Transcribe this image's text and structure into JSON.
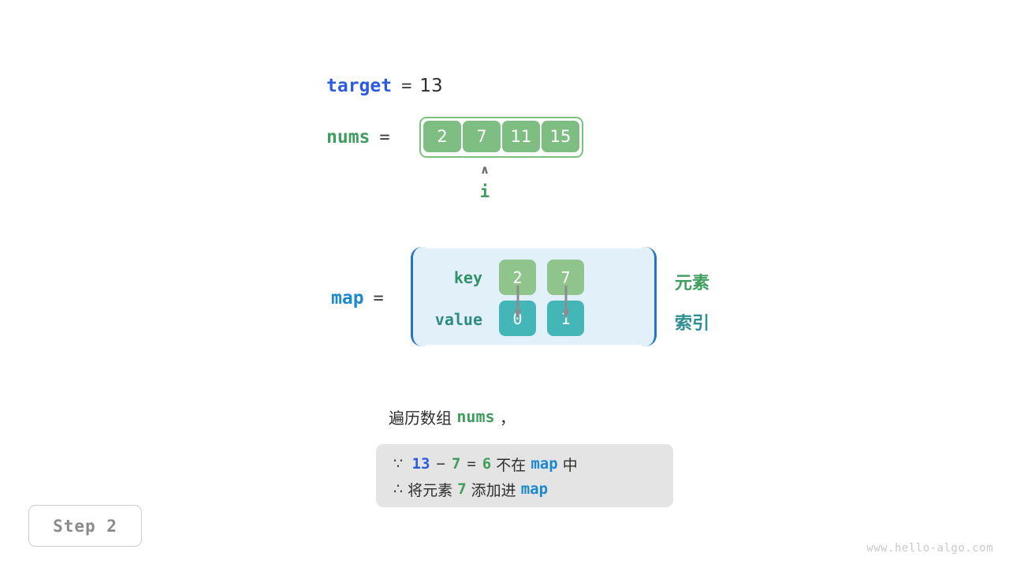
{
  "variables": {
    "target": {
      "name": "target",
      "equals": "=",
      "value": "13"
    },
    "nums": {
      "name": "nums",
      "equals": "=",
      "values": [
        "2",
        "7",
        "11",
        "15"
      ]
    },
    "map": {
      "name": "map",
      "equals": "=",
      "key_row_label": "key",
      "value_row_label": "value",
      "keys": [
        "2",
        "7"
      ],
      "values": [
        "0",
        "1"
      ]
    }
  },
  "pointer": {
    "caret_glyph": "∧",
    "label": "i",
    "index": 1
  },
  "legend": {
    "element": "元素",
    "index": "索引"
  },
  "caption": {
    "prefix": "遍历数组 ",
    "code": "nums",
    "suffix": " ，"
  },
  "note": {
    "line1": {
      "because_symbol": "∵",
      "a": "13",
      "minus": "−",
      "b": "7",
      "eq": "=",
      "result": "6",
      "text": " 不在 ",
      "map": "map",
      "tail": " 中"
    },
    "line2": {
      "therefore_symbol": "∴",
      "text_before": " 将元素 ",
      "element": "7",
      "text_after": " 添加进 ",
      "map": "map"
    }
  },
  "step_badge": {
    "label": "Step 2"
  },
  "watermark": {
    "text": "www.hello-algo.com"
  },
  "colors": {
    "target_blue": "#2B5BE0",
    "map_blue": "#1C88CE",
    "nums_green": "#3F9E5E",
    "cell_green": "#7FBE82",
    "key_green": "#8FC48C",
    "value_teal": "#44B6B8",
    "map_box_fill": "#E2F0FA",
    "map_box_border": "#2176C7",
    "note_box_fill": "#E4E4E4",
    "legend_index_teal": "#2E9091",
    "step_text_gray": "#8A8A8A",
    "watermark_gray": "#C9C9C9"
  }
}
